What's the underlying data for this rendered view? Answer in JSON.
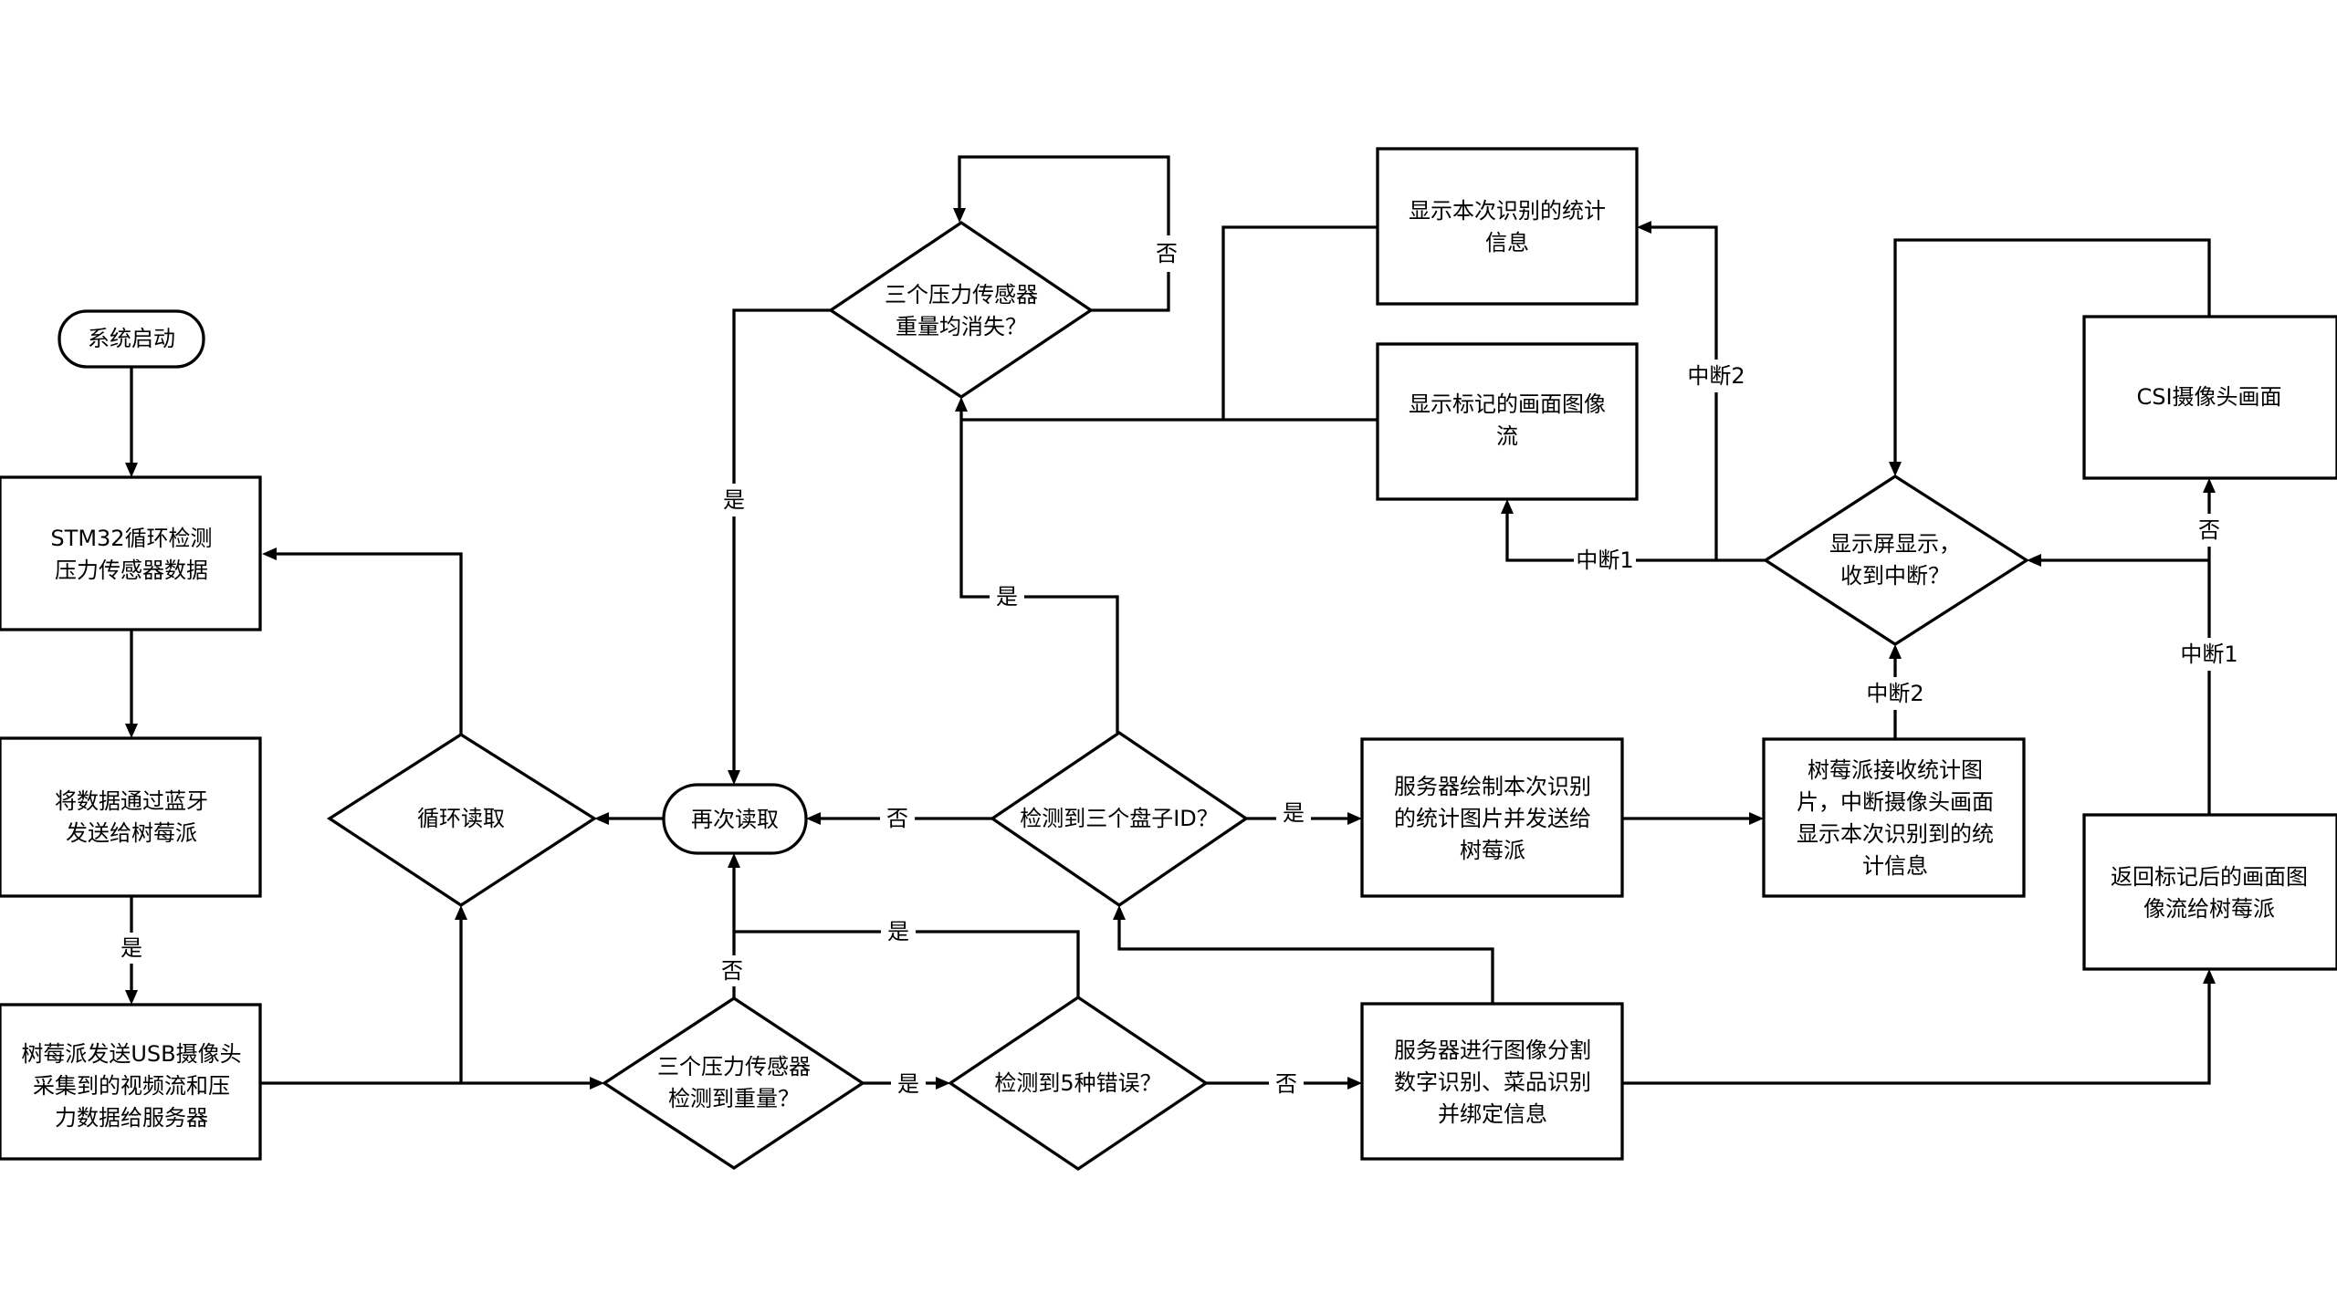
{
  "diagram": {
    "nodes": {
      "start": {
        "lines": [
          "系统启动"
        ]
      },
      "stm32": {
        "lines": [
          "STM32循环检测",
          "压力传感器数据"
        ]
      },
      "bt": {
        "lines": [
          "将数据通过蓝牙",
          "发送给树莓派"
        ]
      },
      "pi_send": {
        "lines": [
          "树莓派发送USB摄像头",
          "采集到的视频流和压",
          "力数据给服务器"
        ]
      },
      "loop_read": {
        "lines": [
          "循环读取"
        ]
      },
      "reread": {
        "lines": [
          "再次读取"
        ]
      },
      "weight_gone": {
        "lines": [
          "三个压力传感器",
          "重量均消失？"
        ]
      },
      "weight_detect": {
        "lines": [
          "三个压力传感器",
          "检测到重量？"
        ]
      },
      "five_errors": {
        "lines": [
          "检测到5种错误？"
        ]
      },
      "plate_id": {
        "lines": [
          "检测到三个盘子ID？"
        ]
      },
      "server_draw": {
        "lines": [
          "服务器绘制本次识别",
          "的统计图片并发送给",
          "树莓派"
        ]
      },
      "server_seg": {
        "lines": [
          "服务器进行图像分割",
          "数字识别、菜品识别",
          "并绑定信息"
        ]
      },
      "pi_recv": {
        "lines": [
          "树莓派接收统计图",
          "片，中断摄像头画面",
          "显示本次识别到的统",
          "计信息"
        ]
      },
      "show_stats": {
        "lines": [
          "显示本次识别的统计",
          "信息"
        ]
      },
      "show_stream": {
        "lines": [
          "显示标记的画面图像",
          "流"
        ]
      },
      "screen": {
        "lines": [
          "显示屏显示，",
          "收到中断？"
        ]
      },
      "csi": {
        "lines": [
          "CSI摄像头画面"
        ]
      },
      "return_stream": {
        "lines": [
          "返回标记后的画面图",
          "像流给树莓派"
        ]
      }
    },
    "edge_labels": {
      "bt_to_pi": "是",
      "gone_no": "否",
      "gone_yes": "是",
      "plate_yes_up": "是",
      "plate_no": "否",
      "plate_yes_right": "是",
      "detect_no": "否",
      "detect_yes": "是",
      "errors_yes": "是",
      "errors_no": "否",
      "int1_left": "中断1",
      "int2_up": "中断2",
      "int2_from_pi": "中断2",
      "csi_no": "否",
      "int1_return": "中断1"
    }
  }
}
